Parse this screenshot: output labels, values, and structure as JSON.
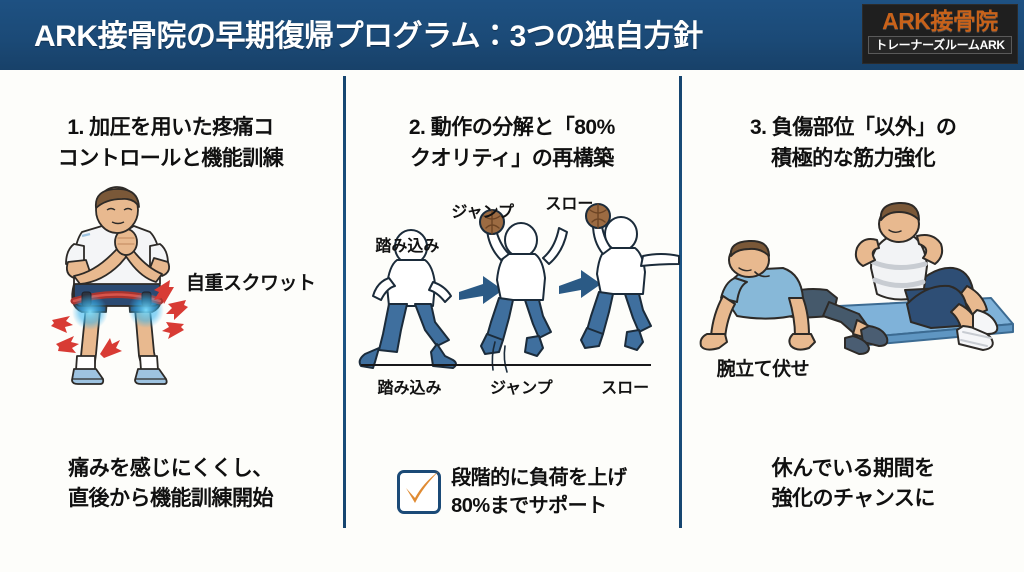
{
  "header": {
    "title": "ARK接骨院の早期復帰プログラム：3つの独自方針",
    "bar_color": "#1b4a77",
    "logo": {
      "main": "ARK接骨院",
      "sub": "トレーナーズルームARK",
      "main_color": "#c8621a",
      "background": "#1f1f1f"
    }
  },
  "columns": [
    {
      "id": "column-1",
      "heading": {
        "line1": "1. 加圧を用いた疼痛コ",
        "line2": "コントロールと機能訓練"
      },
      "illustration": {
        "name": "bodyweight-squat-illustration",
        "label": "自重スクワット",
        "shirt_color": "#f4f5f7",
        "shorts_color": "#2b4a72",
        "band_color": "#a8342f",
        "glow_color": "#2fa8e8",
        "arrow_color": "#d83b34",
        "shoe_color": "#9ec3e0",
        "skin_color": "#e8b98f",
        "hair_color": "#7a5838"
      },
      "caption": {
        "line1": "痛みを感じにくくし、",
        "line2": "直後から機能訓練開始"
      }
    },
    {
      "id": "column-2",
      "heading": {
        "line1": "2. 動作の分解と「80%",
        "line2": "クオリティ」の再構築"
      },
      "illustration": {
        "name": "throw-motion-sequence-illustration",
        "phases": [
          {
            "top_label": "踏み込み",
            "bottom_label": "踏み込み"
          },
          {
            "top_label": "ジャンプ",
            "bottom_label": "ジャンプ"
          },
          {
            "top_label": "スロー",
            "bottom_label": "スロー"
          }
        ],
        "figure_shorts_color": "#3f6f9e",
        "figure_shirt_color": "#ffffff",
        "ball_color": "#9c6b42",
        "arrow_color": "#2b5a85",
        "outline_color": "#1b2b3a"
      },
      "caption": {
        "line1": "段階的に負荷を上げ",
        "line2": "80%までサポート",
        "checkbox": {
          "name": "orange-checkmark-icon",
          "check_color": "#e08b33",
          "box_border_color": "#1b4a77"
        }
      }
    },
    {
      "id": "column-3",
      "heading": {
        "line1": "3. 負傷部位「以外」の",
        "line2": "積極的な筋力強化"
      },
      "illustration": {
        "name": "pushup-and-situp-illustration",
        "label": "腕立て伏せ",
        "pushup_shirt_color": "#87b8d8",
        "pushup_shorts_color": "#45596b",
        "situp_shirt_color": "#f2f3f5",
        "situp_shorts_color": "#2e4e75",
        "mat_color": "#7fb2d9",
        "bandage_color": "#f5f6f8",
        "skin_color": "#e8b98f",
        "hair_color": "#7a5838"
      },
      "caption": {
        "line1": "休んでいる期間を",
        "line2": "強化のチャンスに"
      }
    }
  ],
  "dividers": {
    "color": "#1b4a77",
    "count": 2
  },
  "background_color": "#fdfdfa"
}
